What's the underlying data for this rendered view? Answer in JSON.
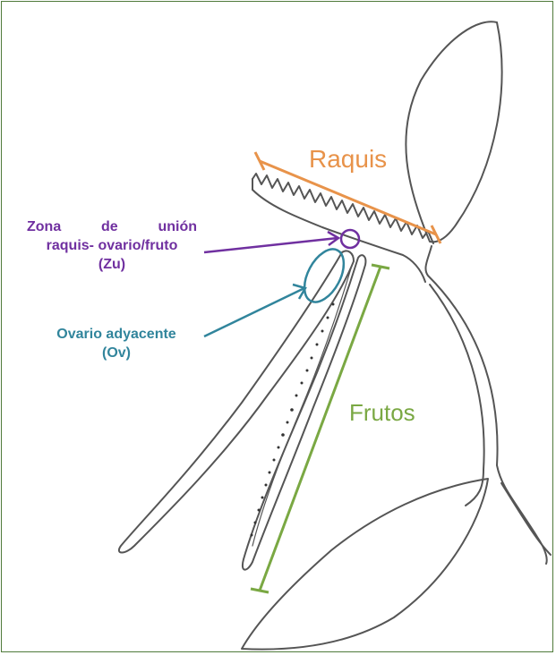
{
  "labels": {
    "raquis": "Raquis",
    "frutos": "Frutos",
    "zona_union": {
      "words_line1": [
        "Zona",
        "de",
        "unión"
      ],
      "line2": "raquis- ovario/fruto",
      "line3": "(Zu)"
    },
    "ovario_adyacente": {
      "line1": "Ovario adyacente",
      "line2": "(Ov)"
    }
  },
  "colors": {
    "raquis": "#e8934a",
    "frutos": "#7aa843",
    "zona_union": "#7030a0",
    "ovario": "#31859c",
    "outline": "#555555",
    "frame": "#4f7a3a"
  }
}
